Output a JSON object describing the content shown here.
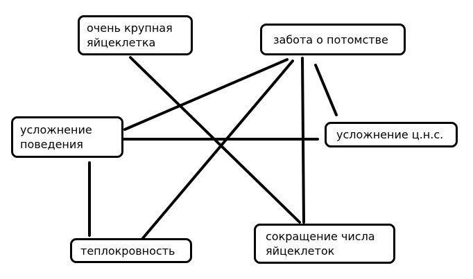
{
  "nodes": {
    "egg": {
      "lines": [
        "очень крупная",
        "яйцеклетка"
      ]
    },
    "care": {
      "lines": [
        "забота о потомстве"
      ]
    },
    "behavior": {
      "lines": [
        "усложнение",
        "поведения"
      ]
    },
    "cns": {
      "lines": [
        "усложнение ц.н.с."
      ]
    },
    "warm": {
      "lines": [
        "теплокровность"
      ]
    },
    "reduction": {
      "lines": [
        "сокращение числа",
        "яйцеклеток"
      ]
    }
  },
  "edges": [
    {
      "from": "care",
      "to": "behavior"
    },
    {
      "from": "care",
      "to": "warm"
    },
    {
      "from": "care",
      "to": "reduction"
    },
    {
      "from": "care",
      "to": "cns"
    },
    {
      "from": "egg",
      "to": "reduction"
    },
    {
      "from": "behavior",
      "to": "cns"
    },
    {
      "from": "behavior",
      "to": "warm"
    }
  ],
  "colors": {
    "line": "#000000",
    "node_border": "#000000",
    "background": "#ffffff"
  }
}
